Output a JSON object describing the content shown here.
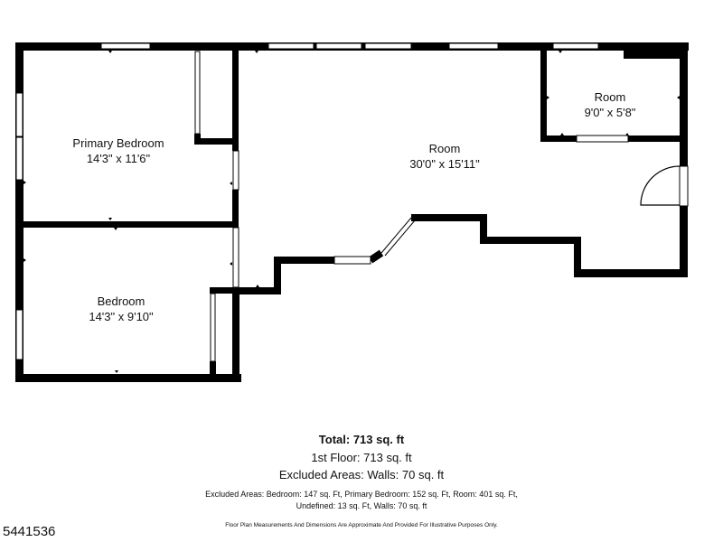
{
  "rooms": {
    "primary_bedroom": {
      "name": "Primary Bedroom",
      "dims": "14'3\" x 11'6\""
    },
    "room_main": {
      "name": "Room",
      "dims": "30'0\" x 15'11\""
    },
    "room_small": {
      "name": "Room",
      "dims": "9'0\" x 5'8\""
    },
    "bedroom": {
      "name": "Bedroom",
      "dims": "14'3\" x 9'10\""
    }
  },
  "summary": {
    "total": "Total: 713 sq. ft",
    "floor": "1st Floor: 713 sq. ft",
    "excluded_walls": "Excluded Areas: Walls: 70 sq. ft",
    "excluded_detail_1": "Excluded Areas: Bedroom: 147 sq. Ft, Primary Bedroom: 152 sq. Ft, Room: 401 sq. Ft,",
    "excluded_detail_2": "Undefined: 13 sq. Ft, Walls: 70 sq. ft",
    "disclaimer": "Floor Plan Measurements And Dimensions Are Approximate And Provided For Illustrative Purposes Only."
  },
  "listing_id": "5441536",
  "colors": {
    "wall": "#000000",
    "background": "#ffffff"
  }
}
